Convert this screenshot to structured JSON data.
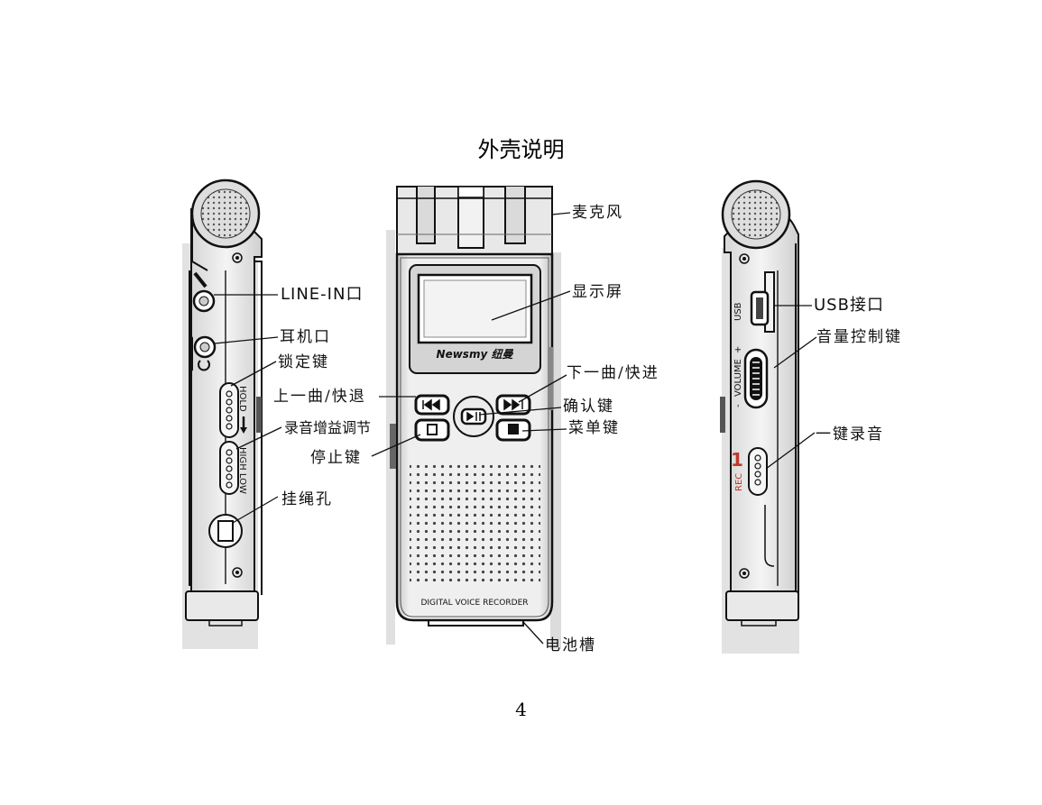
{
  "page": {
    "title": "外壳说明",
    "page_number": "4"
  },
  "device": {
    "brand": "Newsmy 纽曼",
    "front_caption": "DIGITAL VOICE RECORDER",
    "side_marks": {
      "hold": "HOLD",
      "high_low": "HIGH LOW",
      "usb": "USB",
      "volume": "VOLUME",
      "volume_minus": "-",
      "volume_plus": "+",
      "rec_number": "1",
      "rec": "REC"
    }
  },
  "callouts": {
    "line_in": "LINE-IN口",
    "earphone": "耳机口",
    "hold_key": "锁定键",
    "gain_adjust": "录音增益调节",
    "lanyard_hole": "挂绳孔",
    "prev_rewind": "上一曲/快退",
    "stop_key": "停止键",
    "microphone": "麦克风",
    "display": "显示屏",
    "next_forward": "下一曲/快进",
    "confirm_key": "确认键",
    "menu_key": "菜单键",
    "battery_slot": "电池槽",
    "usb_port": "USB接口",
    "volume_key": "音量控制键",
    "one_key_record": "一键录音"
  }
}
